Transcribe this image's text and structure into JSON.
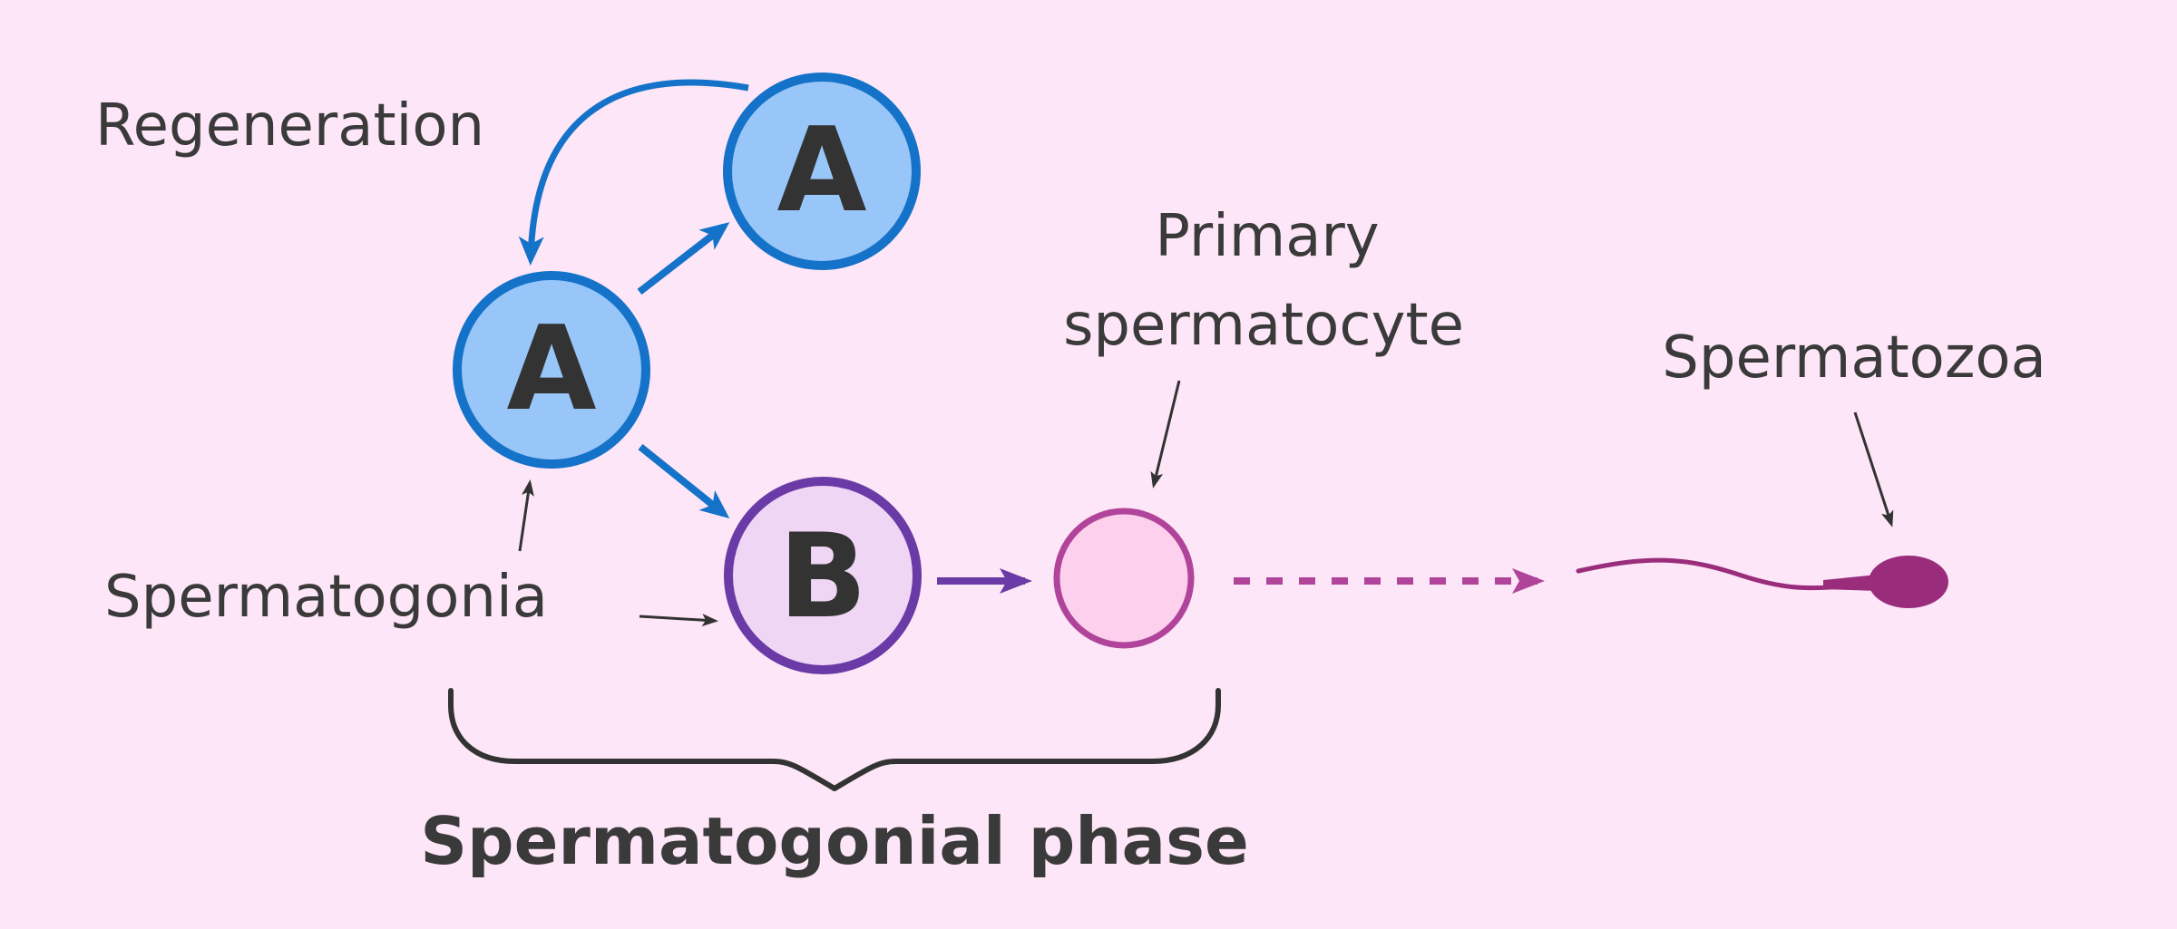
{
  "labels": {
    "regeneration": "Regeneration",
    "spermatogonia": "Spermatogonia",
    "primary_line1": "Primary",
    "primary_line2": "spermatocyte",
    "spermatozoa": "Spermatozoa",
    "phase": "Spermatogonial phase"
  },
  "cells": {
    "a_top": "A",
    "a_mid": "A",
    "b": "B"
  },
  "colors": {
    "background": "#fde6f7",
    "cell_a_fill": "#99c6f8",
    "cell_a_stroke": "#1473c9",
    "cell_b_fill": "#f0d6f5",
    "cell_b_stroke": "#6a3aa6",
    "spermatocyte_fill": "#fdd0ee",
    "spermatocyte_stroke": "#b0449a",
    "sperm": "#9a2c7c",
    "text": "#3a3a3a"
  }
}
